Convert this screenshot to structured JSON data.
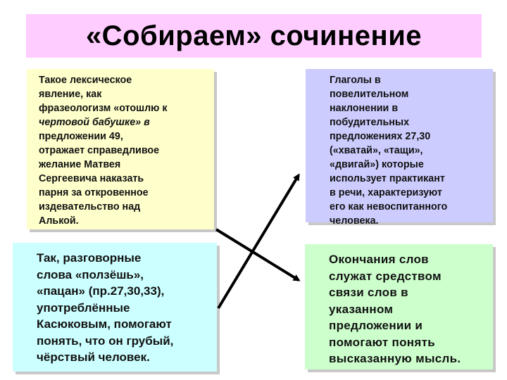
{
  "title": "«Собираем» сочинение",
  "cards": {
    "top_left": {
      "lines": [
        " Такое лексическое",
        "явление,  как",
        "фразеологизм «отошлю к",
        "чертовой бабушке» в",
        "предложении 49,",
        "отражает справедливое",
        "желание Матвея",
        "Сергеевича наказать",
        "парня за откровенное",
        "издевательство над",
        "Алькой."
      ]
    },
    "top_right": {
      "lines": [
        "  Глаголы в",
        "повелительном",
        "наклонении в",
        "побудительных",
        "предложениях 27,30",
        "(«хватай», «тащи»,",
        "«двигай») которые",
        "использует практикант",
        "в речи, характеризуют",
        "его как невоспитанного",
        "человека."
      ]
    },
    "bottom_left": {
      "lines": [
        "  Так, разговорные",
        "слова «ползёшь»,",
        "«пацан» (пр.27,30,33),",
        "употреблённые",
        "Касюковым, помогают",
        "понять, что он грубый,",
        "чёрствый человек."
      ]
    },
    "bottom_right": {
      "lines": [
        "  Окончания слов",
        "служат средством",
        "связи слов в",
        "указанном",
        "предложении и",
        "помогают понять",
        "высказанную мысль."
      ]
    }
  }
}
